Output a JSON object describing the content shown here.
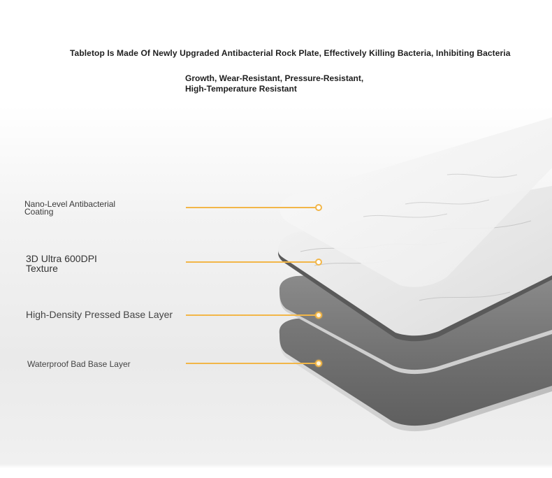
{
  "headline": "Tabletop Is Made Of Newly Upgraded Antibacterial Rock Plate, Effectively Killing Bacteria, Inhibiting Bacteria",
  "subline_1": "Growth, Wear-Resistant, Pressure-Resistant,",
  "subline_2": "High-Temperature Resistant",
  "layers": [
    {
      "label_line_1": "Nano-Level Antibacterial",
      "label_line_2": "Coating"
    },
    {
      "label_line_1": "3D Ultra 600DPI",
      "label_line_2": "Texture"
    },
    {
      "label_line_1": "High-Density Pressed Base Layer",
      "label_line_2": ""
    },
    {
      "label_line_1": "Waterproof Bad Base Layer",
      "label_line_2": ""
    }
  ],
  "colors": {
    "accent": "#f2b648",
    "coating": "#f2f2f2",
    "marble": "#ececec",
    "base_dark": "#7a7a7a",
    "base_bottom": "#6e6e6e"
  }
}
